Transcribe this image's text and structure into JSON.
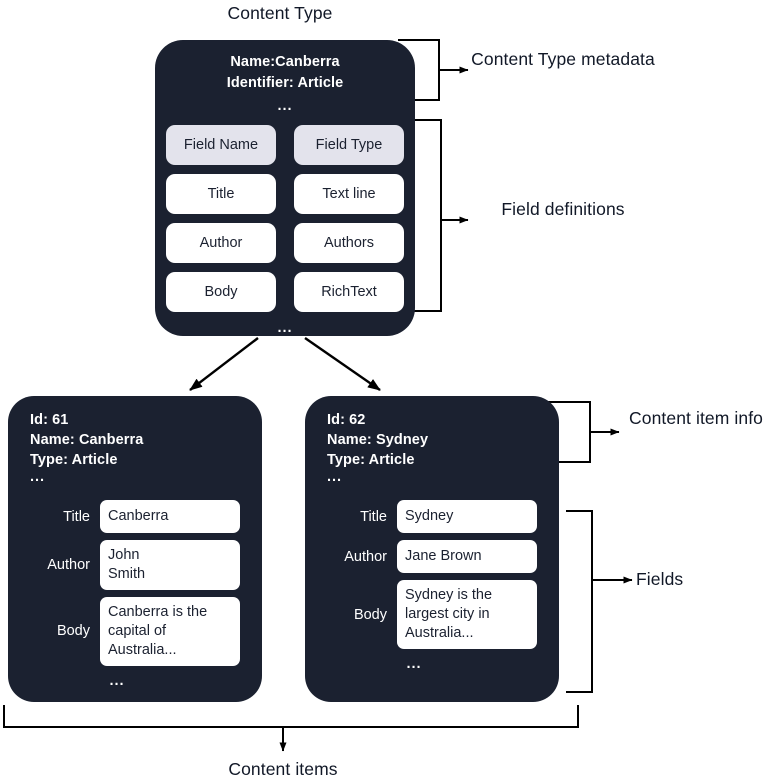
{
  "diagram": {
    "title": "Content Type",
    "bottom_label": "Content items"
  },
  "content_type": {
    "metadata": {
      "name_line": "Name:Canberra",
      "identifier_line": "Identifier: Article",
      "ellipsis": "..."
    },
    "field_table": {
      "headers": [
        "Field Name",
        "Field Type"
      ],
      "rows": [
        [
          "Title",
          "Text line"
        ],
        [
          "Author",
          "Authors"
        ],
        [
          "Body",
          "RichText"
        ]
      ],
      "ellipsis": "..."
    }
  },
  "annotations": {
    "content_type_metadata": "Content Type metadata",
    "field_definitions": "Field definitions",
    "content_item_info": "Content item info",
    "fields": "Fields"
  },
  "content_items": [
    {
      "id_line": "Id: 61",
      "name_line": "Name: Canberra",
      "type_line": "Type: Article",
      "ellipsis": "...",
      "fields": [
        {
          "label": "Title",
          "value": "Canberra"
        },
        {
          "label": "Author",
          "value": "John\nSmith"
        },
        {
          "label": "Body",
          "value": "Canberra is the\ncapital of\nAustralia..."
        }
      ],
      "footer_ellipsis": "..."
    },
    {
      "id_line": "Id: 62",
      "name_line": "Name: Sydney",
      "type_line": "Type: Article",
      "ellipsis": "...",
      "fields": [
        {
          "label": "Title",
          "value": "Sydney"
        },
        {
          "label": "Author",
          "value": "Jane Brown"
        },
        {
          "label": "Body",
          "value": "Sydney is the\nlargest city in\nAustralia..."
        }
      ],
      "footer_ellipsis": "..."
    }
  ],
  "colors": {
    "card_background": "#1b2130",
    "header_chip": "#e3e3ec",
    "value_box": "#ffffff",
    "line": "#000000",
    "page_background": "#ffffff",
    "text_dark": "#111827"
  }
}
